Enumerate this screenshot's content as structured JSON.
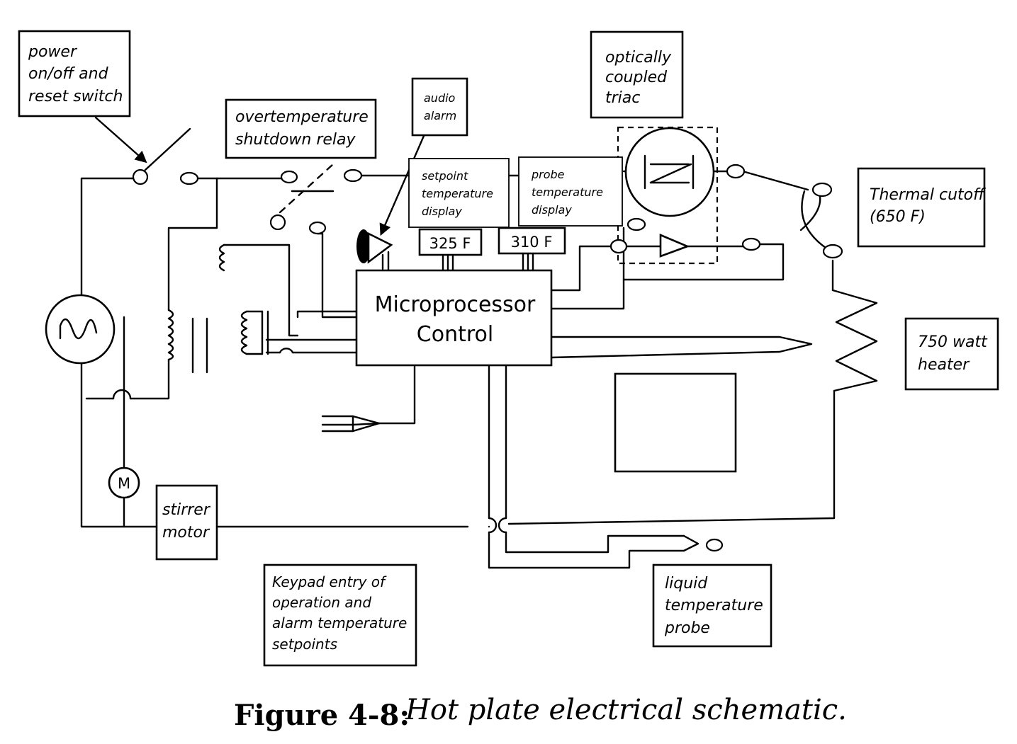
{
  "labels": {
    "power_switch": [
      "power",
      "on/off and",
      "reset switch"
    ],
    "relay": [
      "overtemperature",
      "shutdown relay"
    ],
    "audio_alarm": [
      "audio",
      "alarm"
    ],
    "triac": [
      "optically",
      "coupled",
      "triac"
    ],
    "setpoint_display": [
      "setpoint",
      "temperature",
      "display"
    ],
    "probe_display": [
      "probe",
      "temperature",
      "display"
    ],
    "thermal_cutoff": [
      "Thermal cutoff",
      "(650 F)"
    ],
    "heater": [
      "750 watt",
      "heater"
    ],
    "microprocessor": [
      "Microprocessor",
      "Control"
    ],
    "stirrer_motor": [
      "stirrer",
      "motor"
    ],
    "motor_symbol": "M",
    "keypad": [
      "Keypad entry of",
      "operation and",
      "alarm temperature",
      "setpoints"
    ],
    "probe": [
      "liquid",
      "temperature",
      "probe"
    ]
  },
  "readouts": {
    "setpoint_value": "325 F",
    "probe_value": "310 F"
  },
  "caption": {
    "figure": "Figure 4-8:",
    "title": "Hot plate electrical schematic."
  }
}
